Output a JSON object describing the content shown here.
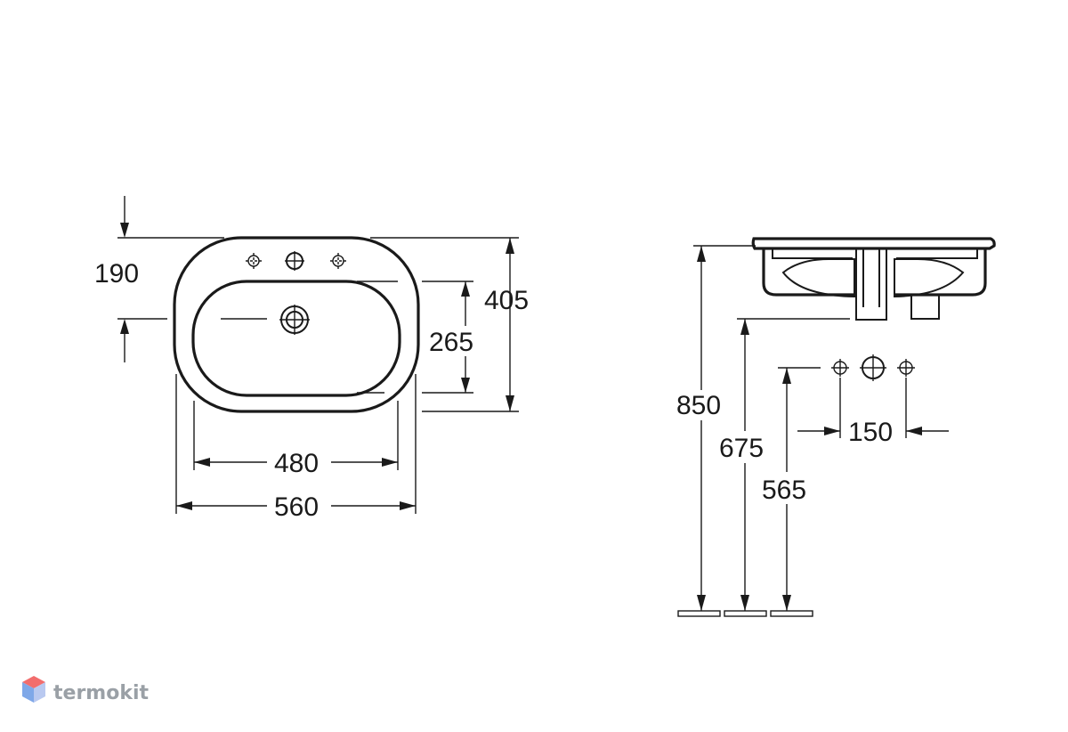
{
  "plan_view": {
    "dim_depth_to_tap": "190",
    "dim_overall_depth": "405",
    "dim_bowl_depth": "265",
    "dim_bowl_width": "480",
    "dim_overall_width": "560"
  },
  "side_view": {
    "dim_rim_height": "850",
    "dim_waste_height": "675",
    "dim_supply_height": "565",
    "dim_supply_spacing": "150"
  },
  "watermark": {
    "brand": "termokit",
    "colors": {
      "top": "#f26d6d",
      "left": "#7fa8e8",
      "right": "#b9c9f0"
    }
  }
}
